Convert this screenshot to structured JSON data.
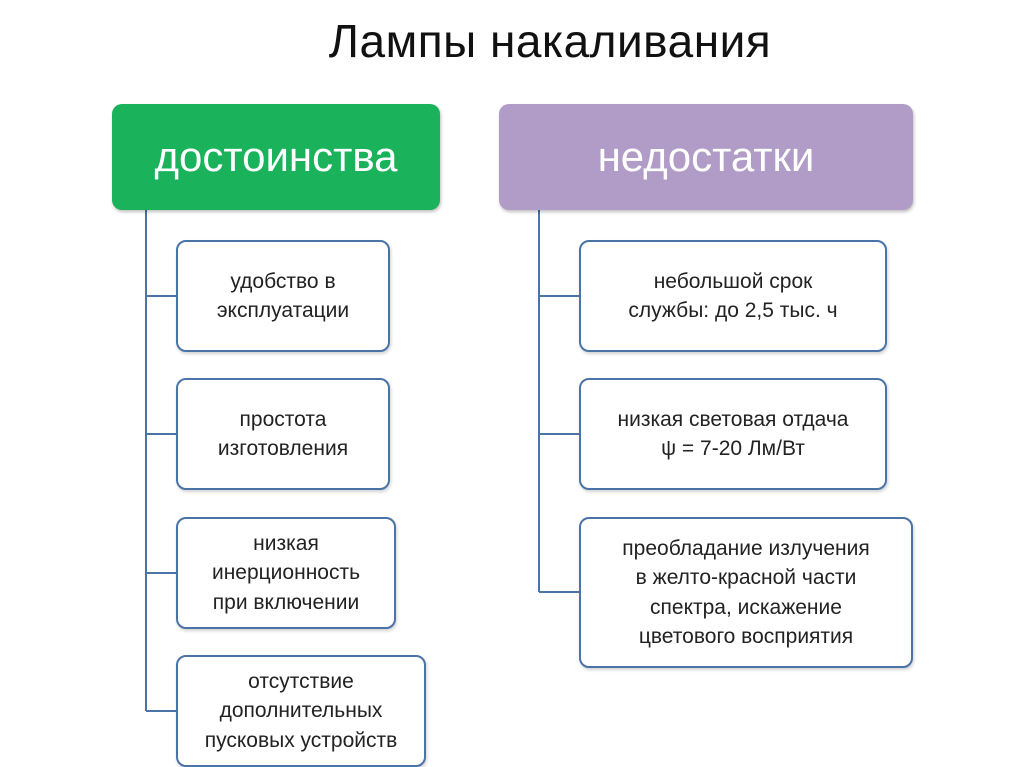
{
  "title": "Лампы накаливания",
  "colors": {
    "advantages_header": "#1ab25a",
    "disadvantages_header": "#b09cc6",
    "connector": "#4a73a8",
    "box_border": "#4a73a8"
  },
  "advantages": {
    "header": "достоинства",
    "items": [
      "удобство в\nэксплуатации",
      "простота\nизготовления",
      "низкая\nинерционность\nпри включении",
      "отсутствие\nдополнительных\nпусковых устройств"
    ]
  },
  "disadvantages": {
    "header": "недостатки",
    "items": [
      "небольшой срок\nслужбы: до 2,5 тыс. ч",
      "низкая световая отдача\nψ  = 7-20 Лм/Вт",
      "преобладание излучения\nв желто-красной части\nспектра, искажение\nцветового восприятия"
    ]
  }
}
